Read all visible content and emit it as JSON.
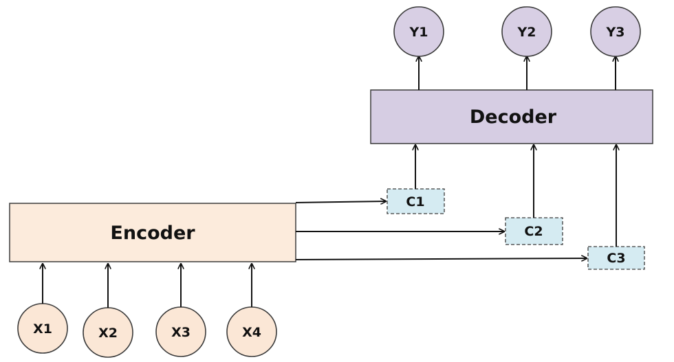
{
  "colors": {
    "encoder_fill": "#fcebdc",
    "decoder_fill": "#d6cde3",
    "input_node_fill": "#fbe7d6",
    "output_node_fill": "#d8cfe4",
    "context_fill": "#d5ebf2",
    "line": "#111111"
  },
  "encoder": {
    "label": "Encoder"
  },
  "decoder": {
    "label": "Decoder"
  },
  "inputs": [
    {
      "label": "X1"
    },
    {
      "label": "X2"
    },
    {
      "label": "X3"
    },
    {
      "label": "X4"
    }
  ],
  "outputs": [
    {
      "label": "Y1"
    },
    {
      "label": "Y2"
    },
    {
      "label": "Y3"
    }
  ],
  "contexts": [
    {
      "label": "C1"
    },
    {
      "label": "C2"
    },
    {
      "label": "C3"
    }
  ]
}
